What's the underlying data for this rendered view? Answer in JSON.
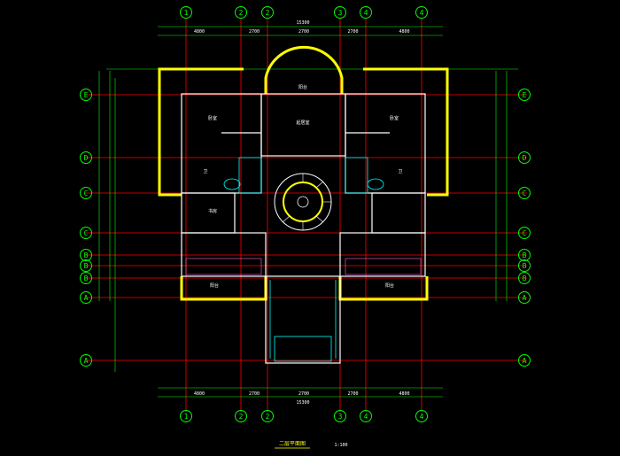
{
  "drawing": {
    "title": "二层平面图",
    "scale": "1:100",
    "colors": {
      "background": "#000000",
      "axis": "#ff0000",
      "wall": "#ffffff",
      "wall_heavy": "#ffff00",
      "dimension": "#00ff00",
      "fixture": "#00ffff",
      "partition": "#ff66cc"
    }
  },
  "axes": {
    "top": [
      "1",
      "2",
      "2",
      "3",
      "4",
      "4"
    ],
    "bottom": [
      "1",
      "2",
      "2",
      "3",
      "4",
      "4"
    ],
    "left": [
      "E",
      "D",
      "C",
      "C",
      "B",
      "B",
      "B",
      "A",
      "A"
    ],
    "right": [
      "E",
      "D",
      "C",
      "C",
      "B",
      "B",
      "B",
      "A",
      "A"
    ]
  },
  "dimensions": {
    "top_overall": "15300",
    "top_segments": [
      "4800",
      "2700",
      "2700",
      "2700",
      "4800"
    ],
    "bottom_overall": "15300",
    "bottom_segments": [
      "4800",
      "2700",
      "2700",
      "2700",
      "4800"
    ]
  },
  "rooms": [
    {
      "name": "卧室"
    },
    {
      "name": "卧室"
    },
    {
      "name": "书房"
    },
    {
      "name": "卫"
    },
    {
      "name": "卫"
    },
    {
      "name": "起居室"
    },
    {
      "name": "阳台"
    },
    {
      "name": "阳台"
    },
    {
      "name": "阳台"
    }
  ]
}
